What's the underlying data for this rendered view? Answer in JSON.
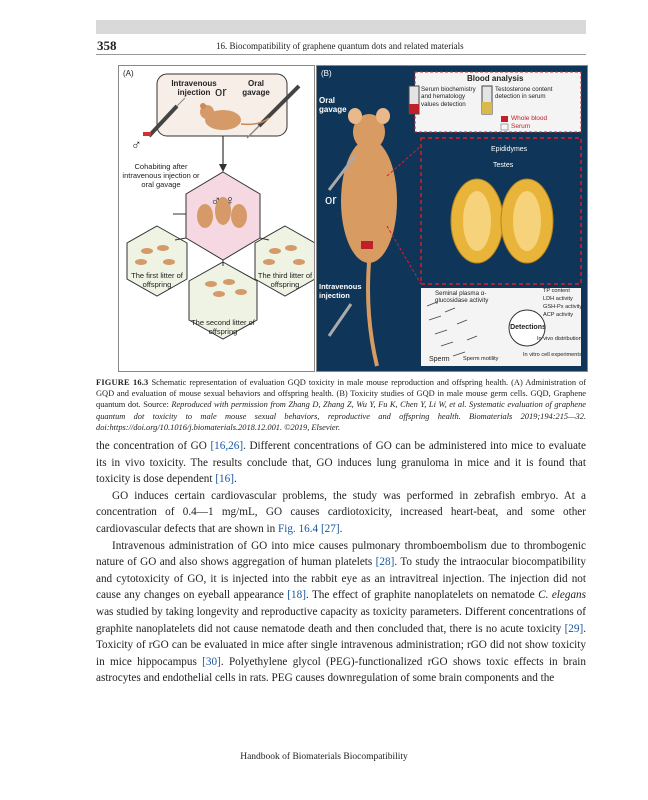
{
  "header": {
    "page_number": "358",
    "running_title": "16. Biocompatibility of graphene quantum dots and related materials"
  },
  "figure": {
    "panel_a": {
      "label": "(A)",
      "intravenous": "Intravenous injection",
      "or1": "or",
      "oral": "Oral gavage",
      "male_symbol": "♂",
      "cohabit": "Cohabiting after intravenous injection or oral gavage",
      "center_symbols": "♂ ♀",
      "first": "The first litter of offspring",
      "third": "The third litter of offspring",
      "second": "The second litter of offspring"
    },
    "panel_b": {
      "label": "(B)",
      "blood_analysis": "Blood analysis",
      "serum_text": "Serum biochemistry and hematology values detection",
      "testosterone_text": "Testosterone content detection in serum",
      "legend_whole": "Whole blood",
      "legend_serum": "Serum",
      "oral": "Oral gavage",
      "or": "or",
      "intravenous": "Intravenous injection",
      "epididymes": "Epididymes",
      "testes": "Testes",
      "seminal": "Seminal plasma α-glucosidase activity",
      "detections": "Detections",
      "tp": "TP content",
      "ldh": "LDH activity",
      "gsh": "GSH-Px activity",
      "acp": "ACP activity",
      "invivo": "In vivo distribution",
      "invitro": "In vitro cell experiments",
      "sperm": "Sperm",
      "motility": "Sperm motility"
    },
    "colors": {
      "panel_b_bg": "#0f3558",
      "red_dashed": "#d8202a",
      "testes": "#e9b43a"
    }
  },
  "caption": {
    "lead": "FIGURE 16.3",
    "text1": "Schematic representation of evaluation GQD toxicity in male mouse reproduction and offspring health. (A) Administration of GQD and evaluation of mouse sexual behaviors and offspring health. (B) Toxicity studies of GQD in male mouse germ cells. GQD, Graphene quantum dot. Source: ",
    "italic1": "Reproduced with permission from Zhang D, Zhang Z, Wu Y, Fu K, Chen Y, Li W, et al. Systematic evaluation of graphene quantum dot toxicity to male mouse sexual behaviors, reproductive and offspring health. Biomaterials 2019;194:215—32. doi:https://doi.org/10.1016/j.biomaterials.2018.12.001. ©2019, Elsevier."
  },
  "body": {
    "p1_a": "the concentration of GO ",
    "p1_c1": "[16,26]",
    "p1_b": ". Different concentrations of GO can be administered into mice to evaluate its in vivo toxicity. The results conclude that, GO induces lung granuloma in mice and it is found that toxicity is dose dependent ",
    "p1_c2": "[16]",
    "p1_end": ".",
    "p2_a": "GO induces certain cardiovascular problems, the study was performed in zebrafish embryo. At a concentration of 0.4—1 mg/mL, GO causes cardiotoxicity, increased heart-beat, and some other cardiovascular defects that are shown in ",
    "p2_c1": "Fig. 16.4",
    "p2_sp": " ",
    "p2_c2": "[27]",
    "p2_end": ".",
    "p3_a": "Intravenous administration of GO into mice causes pulmonary thromboembolism due to thrombogenic nature of GO and also shows aggregation of human platelets ",
    "p3_c1": "[28]",
    "p3_b": ". To study the intraocular biocompatibility and cytotoxicity of GO, it is injected into the rabbit eye as an intravitreal injection. The injection did not cause any changes on eyeball appearance ",
    "p3_c2": "[18]",
    "p3_c": ". The effect of graphite nanoplatelets on nematode ",
    "p3_ital": "C. elegans",
    "p3_d": " was studied by taking longevity and reproductive capacity as toxicity parameters. Different concentrations of graphite nanoplatelets did not cause nematode death and then concluded that, there is no acute toxicity ",
    "p3_c3": "[29]",
    "p3_e": ". Toxicity of rGO can be evaluated in mice after single intravenous administration; rGO did not show toxicity in mice hippocampus ",
    "p3_c4": "[30]",
    "p3_f": ". Polyethylene glycol (PEG)-functionalized rGO shows toxic effects in brain astrocytes and endothelial cells in rats. PEG causes downregulation of some brain components and the"
  },
  "footer": {
    "text": "Handbook of Biomaterials Biocompatibility"
  }
}
